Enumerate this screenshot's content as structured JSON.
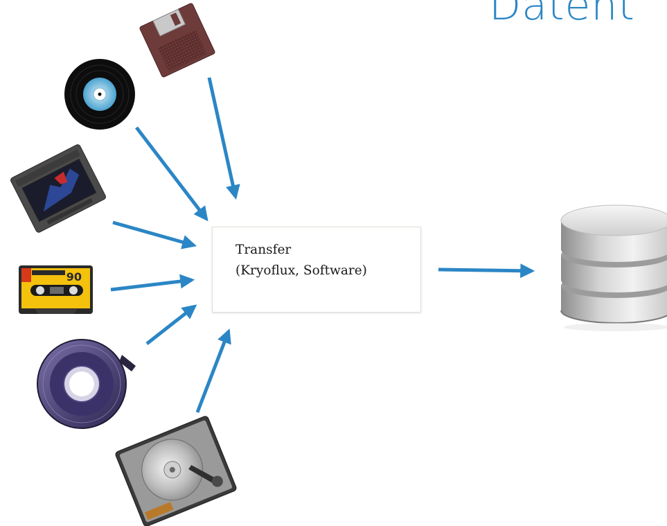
{
  "slide": {
    "title": "Datent"
  },
  "transfer": {
    "line1": "Transfer",
    "line2": "(Kryoflux, Software)"
  },
  "media": {
    "floppy_icon": "floppy-disk-icon",
    "vinyl_icon": "vinyl-record-icon",
    "cartridge_icon": "game-cartridge-icon",
    "cassette_icon": "audio-cassette-icon",
    "cassette_label": "90",
    "tape_reel_icon": "tape-reel-icon",
    "hard_drive_icon": "hard-drive-icon"
  },
  "storage": {
    "icon": "database-icon"
  },
  "colors": {
    "arrow": "#2b86c5",
    "title": "#2b86c5"
  }
}
